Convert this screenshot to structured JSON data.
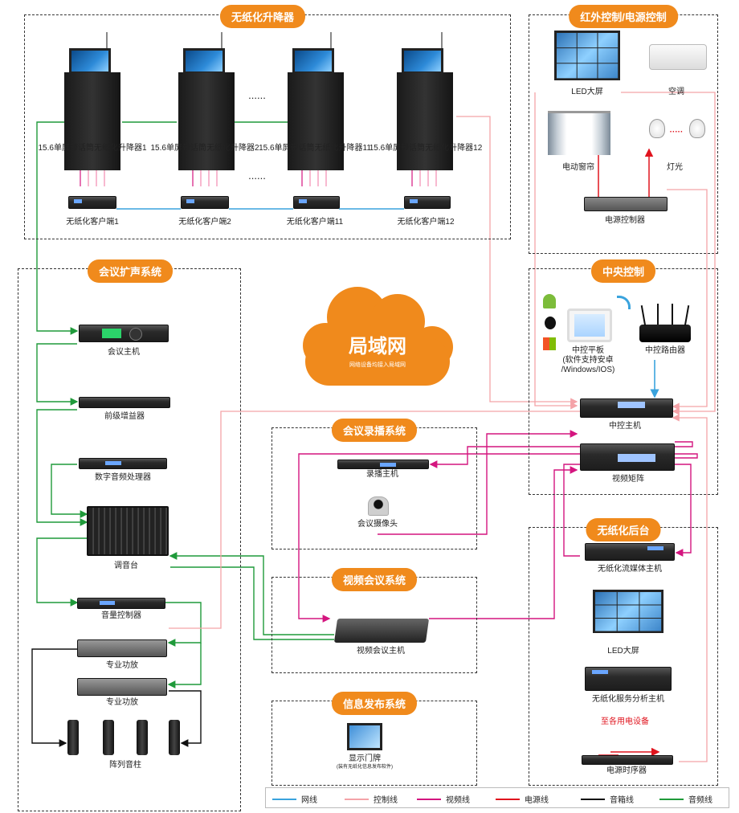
{
  "titles": {
    "lift": "无纸化升降器",
    "ir": "红外控制/电源控制",
    "audio": "会议扩声系统",
    "central": "中央控制",
    "record": "会议录播系统",
    "video_conf": "视频会议系统",
    "backend": "无纸化后台",
    "info": "信息发布系统"
  },
  "lift": {
    "units": [
      "15.6单屏带话筒无纸化升降器1",
      "15.6单屏带话筒无纸化升降器2",
      "15.6单屏带话筒无纸化升降器11",
      "15.6单屏带话筒无纸化升降器12"
    ],
    "clients": [
      "无纸化客户端1",
      "无纸化客户端2",
      "无纸化客户端11",
      "无纸化客户端12"
    ],
    "ellipsis": "......"
  },
  "ir": {
    "led": "LED大屏",
    "ac": "空调",
    "curtain": "电动窗帘",
    "light": "灯光",
    "power_ctrl": "电源控制器",
    "dots": "·····"
  },
  "audio": {
    "host": "会议主机",
    "preamp": "前级增益器",
    "dsp": "数字音频处理器",
    "mixer": "调音台",
    "volume": "音量控制器",
    "amp1": "专业功放",
    "amp2": "专业功放",
    "speakers": "阵列音柱"
  },
  "cloud": {
    "title": "局域网",
    "subtitle": "网络设备均接入局域网"
  },
  "central": {
    "tablet": "中控平板",
    "tablet_note1": "(软件支持安卓",
    "tablet_note2": "/Windows/IOS)",
    "router": "中控路由器",
    "host": "中控主机",
    "matrix": "视频矩阵"
  },
  "record": {
    "host": "录播主机",
    "camera": "会议摄像头"
  },
  "video_conf": {
    "host": "视频会议主机"
  },
  "backend": {
    "stream": "无纸化流媒体主机",
    "led": "LED大屏",
    "server": "无纸化服务分析主机",
    "to_all": "至各用电设备",
    "sequencer": "电源时序器"
  },
  "info": {
    "sign": "显示门牌",
    "sign_note": "(装有无纸化信息发布软件)"
  },
  "legend": [
    {
      "label": "网线",
      "color": "#3aa3dd"
    },
    {
      "label": "控制线",
      "color": "#f4a3a8"
    },
    {
      "label": "视频线",
      "color": "#d4157f"
    },
    {
      "label": "电源线",
      "color": "#e0141e"
    },
    {
      "label": "音箱线",
      "color": "#111111"
    },
    {
      "label": "音频线",
      "color": "#1f9a3a"
    }
  ],
  "colors": {
    "accent": "#f08a1c",
    "network": "#3aa3dd",
    "control": "#f4a3a8",
    "video": "#d4157f",
    "power": "#e0141e",
    "speaker": "#111111",
    "audio": "#1f9a3a"
  }
}
